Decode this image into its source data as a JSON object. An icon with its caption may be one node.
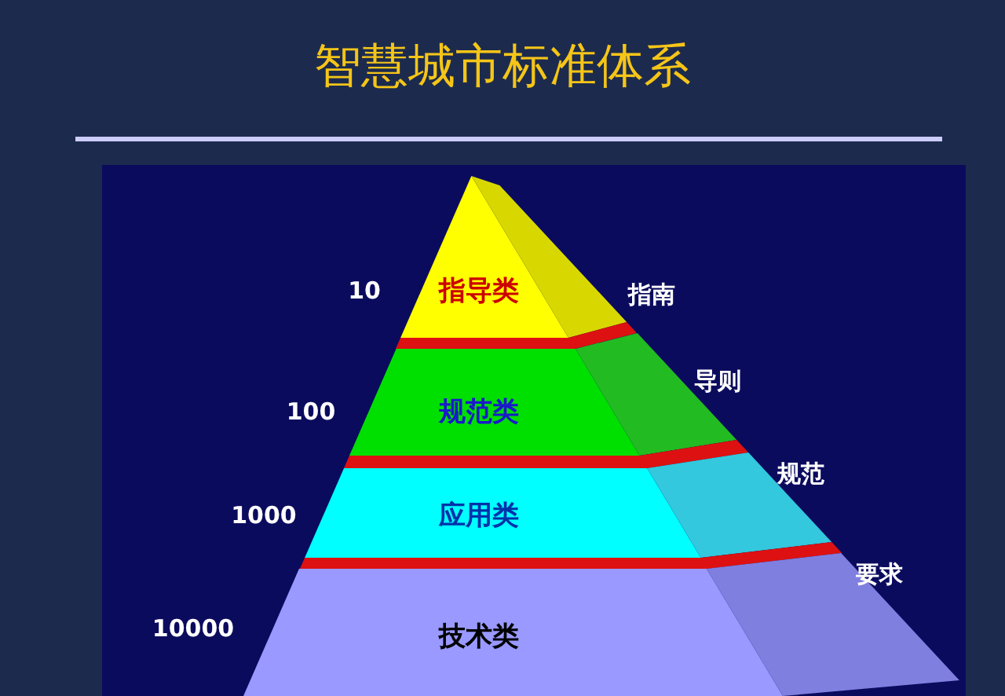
{
  "diagram": {
    "title": "智慧城市标准体系",
    "nodes": [
      {
        "text": [
          "指导类"
        ],
        "beside": [
          "10",
          "指南"
        ]
      },
      {
        "text": [
          "规范类"
        ],
        "beside": [
          "100",
          "导则"
        ]
      },
      {
        "text": [
          "应用类"
        ],
        "beside": [
          "1000",
          "规范"
        ]
      },
      {
        "text": [
          "技术类"
        ],
        "beside": [
          "10000",
          "要求"
        ]
      }
    ]
  }
}
